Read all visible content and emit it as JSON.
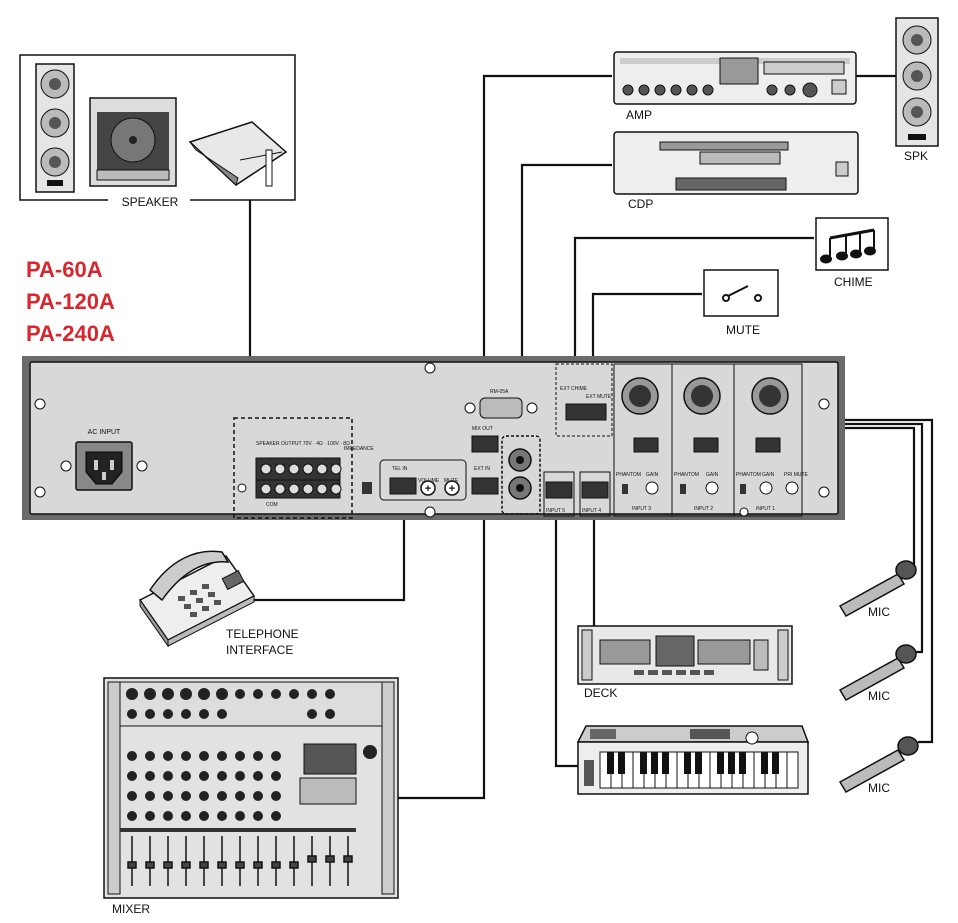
{
  "models": [
    "PA-60A",
    "PA-120A",
    "PA-240A"
  ],
  "devices": {
    "speaker": "SPEAKER",
    "amp": "AMP",
    "spk": "SPK",
    "cdp": "CDP",
    "chime": "CHIME",
    "mute": "MUTE",
    "telephone_line1": "TELEPHONE",
    "telephone_line2": "INTERFACE",
    "mixer": "MIXER",
    "deck": "DECK",
    "mic": "MIC"
  },
  "panel": {
    "ac_input": "AC INPUT",
    "speaker_output": "SPEAKER OUTPUT 70V · 4Ω · 100V · 8Ω",
    "impedance": "IMPEDANCE",
    "tel_in": "TEL IN",
    "volume": "VOLUME",
    "mute": "MUTE",
    "rm_05a": "RM-05A",
    "mix_out": "MIX OUT",
    "ext_in": "EXT IN",
    "ext_chime": "EXT CHIME",
    "ext_mute": "EXT MUTE",
    "input_5": "INPUT 5",
    "input_4": "INPUT 4",
    "input_3": "INPUT 3",
    "input_2": "INPUT 2",
    "input_1": "INPUT 1",
    "phantom": "PHANTOM",
    "gain": "GAIN",
    "pri_mute": "PRI MUTE",
    "com": "COM"
  }
}
